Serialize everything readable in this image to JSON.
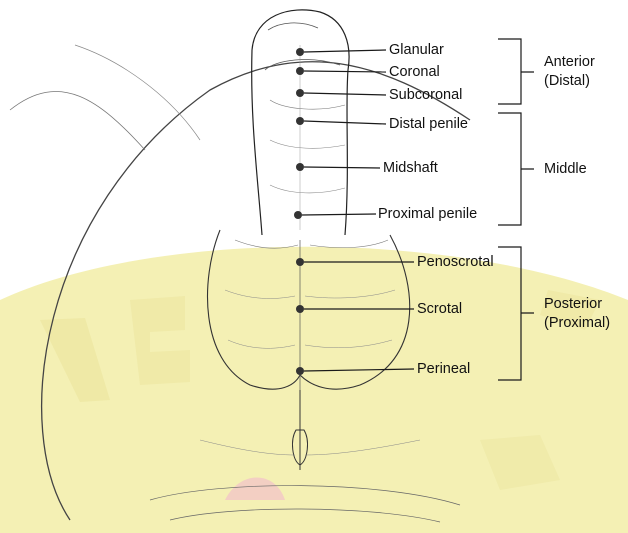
{
  "diagram": {
    "point_labels": [
      "Glanular",
      "Coronal",
      "Subcoronal",
      "Distal penile",
      "Midshaft",
      "Proximal penile",
      "Penoscrotal",
      "Scrotal",
      "Perineal"
    ],
    "groups": {
      "anterior": {
        "line1": "Anterior",
        "line2": "(Distal)"
      },
      "middle": {
        "line1": "Middle"
      },
      "posterior": {
        "line1": "Posterior",
        "line2": "(Proximal)"
      }
    },
    "colors": {
      "line": "#1a1a1a",
      "dot": "#333333",
      "watermark": "#f4f0b4",
      "watermark_accent": "#f2c7c7"
    }
  }
}
